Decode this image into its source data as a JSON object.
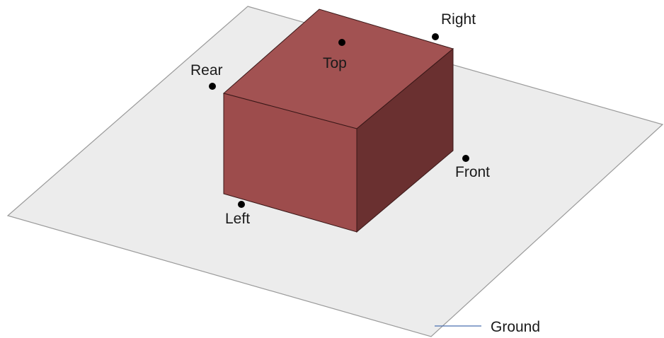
{
  "labels": {
    "top": "Top",
    "right": "Right",
    "rear": "Rear",
    "front": "Front",
    "left": "Left",
    "ground": "Ground"
  },
  "colors": {
    "background": "#ffffff",
    "ground_plane_fill": "#ececec",
    "ground_plane_stroke": "#9a9a9a",
    "box_top": "#a25252",
    "box_left_face": "#9d4c4c",
    "box_right_face": "#6a3030",
    "box_edge": "#3a1818",
    "marker": "#000000",
    "leader_line": "#4a6fb0"
  }
}
